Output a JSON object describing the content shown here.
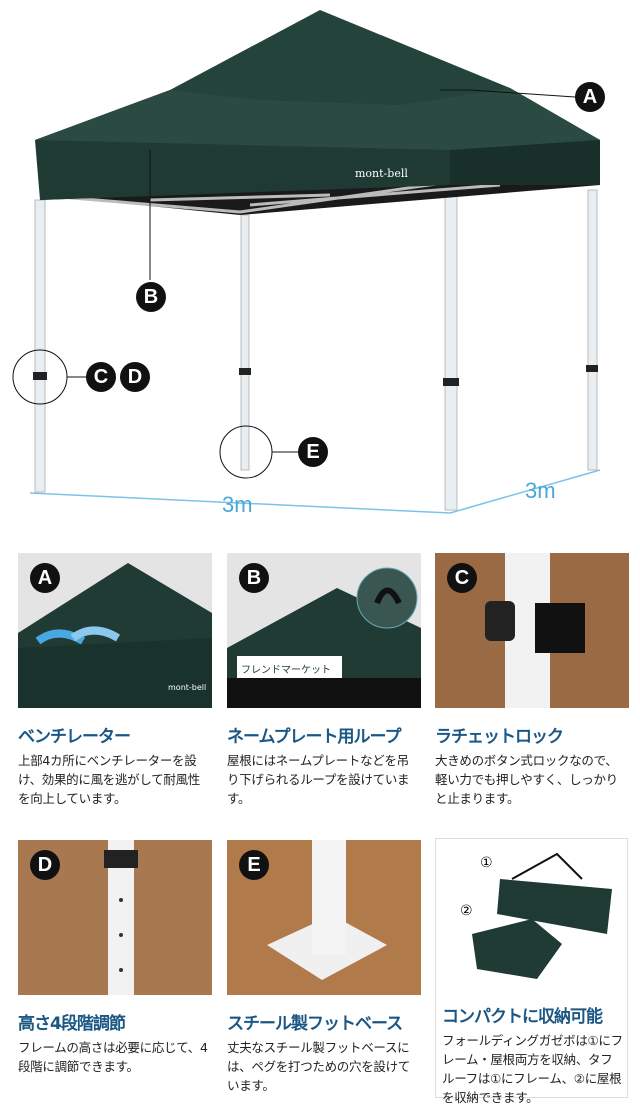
{
  "hero": {
    "callouts": [
      "A",
      "B",
      "C",
      "D",
      "E"
    ],
    "width_label": "3m",
    "depth_label": "3m",
    "brand": "mont-bell"
  },
  "features": [
    {
      "badge": "A",
      "title": "ベンチレーター",
      "text": "上部4カ所にベンチレーターを設け、効果的に風を逃がして耐風性を向上しています。"
    },
    {
      "badge": "B",
      "title": "ネームプレート用ループ",
      "text": "屋根にはネームプレートなどを吊り下げられるループを設けています。",
      "nameplate": "フレンドマーケット"
    },
    {
      "badge": "C",
      "title": "ラチェットロック",
      "text": "大きめのボタン式ロックなので、軽い力でも押しやすく、しっかりと止まります。"
    },
    {
      "badge": "D",
      "title": "高さ4段階調節",
      "text": "フレームの高さは必要に応じて、4段階に調節できます。"
    },
    {
      "badge": "E",
      "title": "スチール製フットベース",
      "text": "丈夫なスチール製フットベースには、ペグを打つための穴を設けています。"
    },
    {
      "title": "コンパクトに収納可能",
      "text": "フォールディングガゼボは①にフレーム・屋根両方を収納、タフルーフは①にフレーム、②に屋根を収納できます。",
      "labels": [
        "①",
        "②"
      ]
    }
  ],
  "colors": {
    "canopy": "#1f3a33",
    "title": "#1b5784",
    "dimension": "#4aa8d8"
  }
}
